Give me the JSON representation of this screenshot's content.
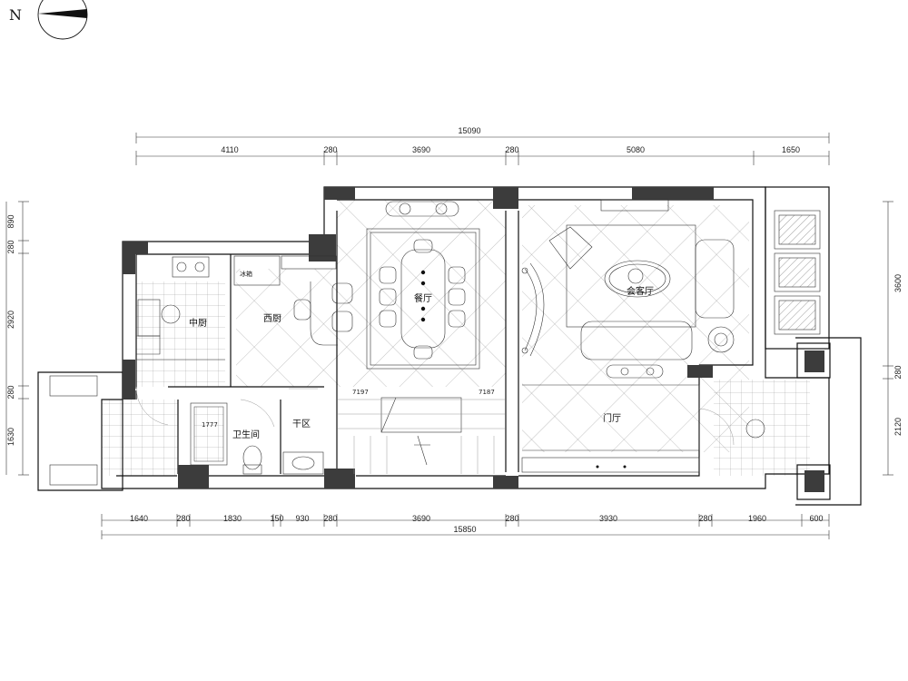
{
  "compass": {
    "north_label": "N"
  },
  "dimensions": {
    "top_total": "15090",
    "top_segments": [
      "4110",
      "280",
      "3690",
      "280",
      "5080",
      "1650"
    ],
    "bottom_total": "15850",
    "bottom_segments": [
      "1640",
      "280",
      "1830",
      "150",
      "930",
      "280",
      "3690",
      "280",
      "3930",
      "280",
      "1960",
      "600"
    ],
    "left_segments": [
      "890",
      "280",
      "2920",
      "280",
      "1630"
    ],
    "left_total": "1630",
    "right_segments": [
      "3600",
      "280",
      "2120"
    ]
  },
  "rooms": {
    "middle_kitchen": "中厨",
    "western_kitchen": "西厨",
    "dining_room": "餐厅",
    "tea_room": "会客厅",
    "foyer": "门厅",
    "bathroom": "卫生间",
    "laundry": "干区",
    "fridge": "冰箱"
  },
  "annotations": {
    "elev_a": "7197",
    "elev_b": "7187",
    "tub_label": "1777"
  }
}
